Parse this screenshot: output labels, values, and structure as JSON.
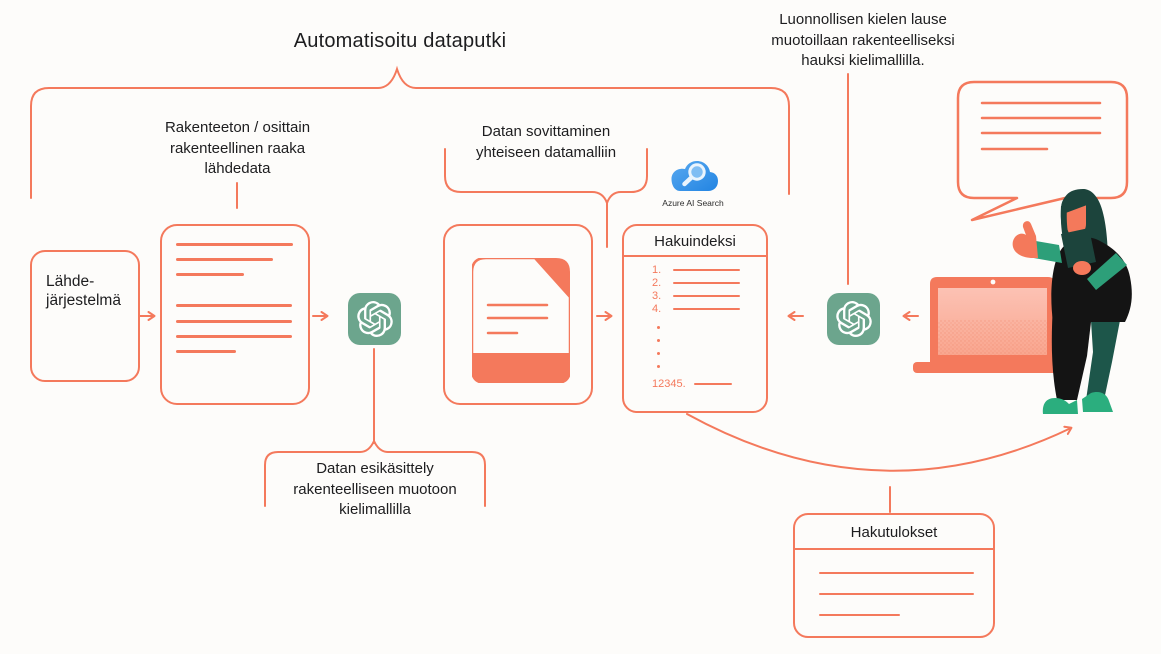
{
  "title": "Automatisoitu dataputki",
  "annotations": {
    "raw_source": "Rakenteeton / osittain\nrakenteellinen raaka\nlähdedata",
    "data_mapping": "Datan sovittaminen\nyhteiseen datamalliin",
    "nl_query": "Luonnollisen kielen lause\nmuotoillaan rakenteelliseksi\nhauksi kielimallilla.",
    "preprocessing": "Datan esikäsittely\nrakenteelliseen muotoon\nkielimallilla"
  },
  "source_system": {
    "label": "Lähde-\njärjestelmä"
  },
  "search_index": {
    "title": "Hakuindeksi",
    "items": [
      "1.",
      "2.",
      "3.",
      "4."
    ],
    "ellipsis_dots": 4,
    "last_item": "12345."
  },
  "search_results": {
    "title": "Hakutulokset"
  },
  "azure": {
    "label": "Azure AI Search"
  },
  "colors": {
    "accent": "#F4795C",
    "llm_green": "#6CA58D",
    "azure_blue": "#3394EA",
    "ink": "#1D1D1F"
  }
}
